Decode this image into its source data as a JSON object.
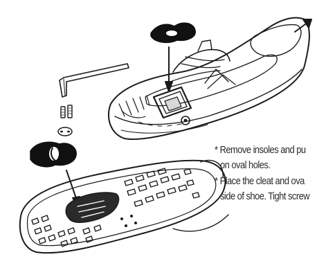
{
  "instructions": [
    {
      "line1": "* Remove insoles and pu",
      "line2": "on oval holes."
    },
    {
      "line1": "* Place the cleat and ova",
      "line2": "side of shoe. Tight screw"
    }
  ]
}
